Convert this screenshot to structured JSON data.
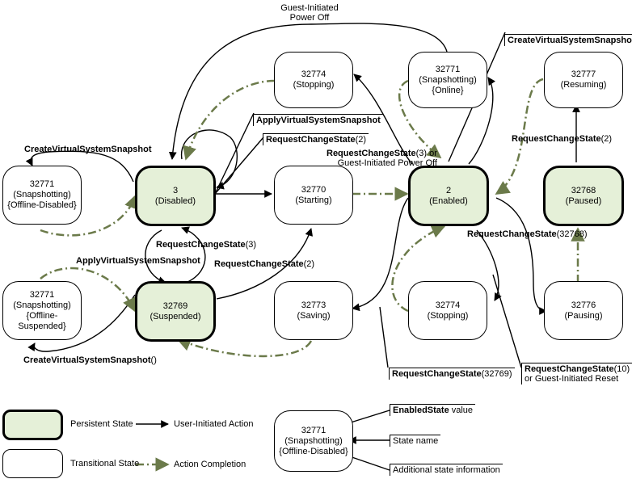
{
  "states": {
    "s_stopping_top": {
      "value": "32774",
      "name": "(Stopping)",
      "info": ""
    },
    "s_snap_online": {
      "value": "32771",
      "name": "(Snapshotting)",
      "info": "{Online}"
    },
    "s_resuming": {
      "value": "32777",
      "name": "(Resuming)",
      "info": ""
    },
    "s_snap_offline_disabled": {
      "value": "32771",
      "name": "(Snapshotting)",
      "info": "{Offline-Disabled}"
    },
    "s_disabled": {
      "value": "3",
      "name": "(Disabled)",
      "info": ""
    },
    "s_starting": {
      "value": "32770",
      "name": "(Starting)",
      "info": ""
    },
    "s_enabled": {
      "value": "2",
      "name": "(Enabled)",
      "info": ""
    },
    "s_paused": {
      "value": "32768",
      "name": "(Paused)",
      "info": ""
    },
    "s_snap_offline_suspended": {
      "value": "32771",
      "name": "(Snapshotting)",
      "info": "{Offline-Suspended}"
    },
    "s_suspended": {
      "value": "32769",
      "name": "(Suspended)",
      "info": ""
    },
    "s_saving": {
      "value": "32773",
      "name": "(Saving)",
      "info": ""
    },
    "s_stopping_bottom": {
      "value": "32774",
      "name": "(Stopping)",
      "info": ""
    },
    "s_pausing": {
      "value": "32776",
      "name": "(Pausing)",
      "info": ""
    },
    "s_legend_example": {
      "value": "32771",
      "name": "(Snapshotting)",
      "info": "{Offline-Disabled}"
    }
  },
  "labels": {
    "guest_power_off_1": "Guest-Initiated",
    "guest_power_off_2": "Power Off",
    "create_snapshot_top_right": "CreateVirtualSystemSnapshot",
    "apply_snapshot_top": "ApplyVirtualSystemSnapshot",
    "create_snapshot_left": "CreateVirtualSystemSnapshot",
    "request_change_2_top_method": "RequestChangeState",
    "request_change_2_top_arg": "(2)",
    "request_change_3_or_method": "RequestChangeState",
    "request_change_3_or_arg": "(3) or",
    "request_change_3_or_line2": "Guest-Initiated Power Off",
    "request_change_2_resume_method": "RequestChangeState",
    "request_change_2_resume_arg": "(2)",
    "request_change_3_mid_method": "RequestChangeState",
    "request_change_3_mid_arg": "(3)",
    "apply_snapshot_mid": "ApplyVirtualSystemSnapshot",
    "request_change_2_mid_method": "RequestChangeState",
    "request_change_2_mid_arg": "(2)",
    "request_change_32768_method": "RequestChangeState",
    "request_change_32768_arg": "(32768)",
    "create_snapshot_bottom_method": "CreateVirtualSystemSnapshot",
    "create_snapshot_bottom_arg": "()",
    "request_change_32769_method": "RequestChangeState",
    "request_change_32769_arg": "(32769)",
    "request_change_10_method": "RequestChangeState",
    "request_change_10_arg": "(10)",
    "request_change_10_line2": "or Guest-Initiated Reset"
  },
  "legend": {
    "persistent_state": "Persistent State",
    "transitional_state": "Transitional State",
    "user_action": "User-Initiated Action",
    "action_completion": "Action Completion",
    "enabled_state_bold": "EnabledState",
    "enabled_state_rest": " value",
    "state_name": "State name",
    "additional_info": "Additional state information"
  },
  "colors": {
    "persistent_fill": "#e5f0d8",
    "completion_arrow": "#6b7a4a",
    "user_arrow": "#000000"
  }
}
